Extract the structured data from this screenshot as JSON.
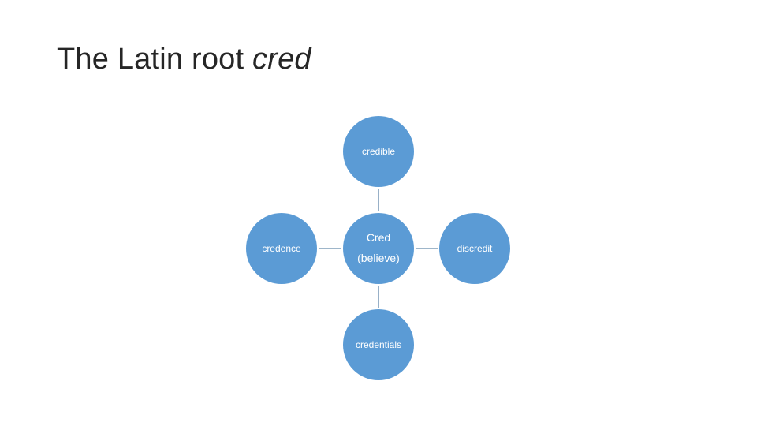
{
  "title": {
    "text": "The Latin root ",
    "emphasis": "cred"
  },
  "diagram": {
    "center": {
      "line1": "Cred",
      "line2": "(believe)"
    },
    "top": "credible",
    "left": "credence",
    "right": "discredit",
    "bottom": "credentials",
    "node_color": "#5b9bd5",
    "connector_color": "#7f9db9"
  }
}
